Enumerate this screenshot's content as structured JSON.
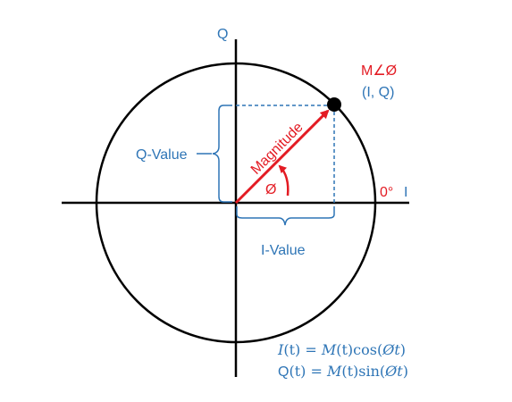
{
  "axes": {
    "q_label": "Q",
    "i_label": "I",
    "zero_angle_label": "0°"
  },
  "point": {
    "polar_label": "M∠Ø",
    "rect_label": "(I, Q)"
  },
  "vector": {
    "magnitude_label": "Magnitude",
    "angle_symbol": "Ø"
  },
  "projections": {
    "q_value_label": "Q-Value",
    "i_value_label": "I-Value"
  },
  "equations": {
    "i_eq": {
      "lhs_fn": "I",
      "lhs_arg": "(t)",
      "eq": " = ",
      "m": "M",
      "m_arg": "(t)",
      "trig": "cos",
      "trig_arg_open": "(",
      "phi": "Ø",
      "t": "t",
      "close": ")"
    },
    "q_eq": {
      "lhs_fn": "Q",
      "lhs_arg": "(t)",
      "eq": " = ",
      "m": "M",
      "m_arg": "(t)",
      "trig": "sin",
      "trig_arg_open": "(",
      "phi": "Ø",
      "t": "t",
      "close": ")"
    }
  },
  "colors": {
    "axis": "#000000",
    "circle": "#000000",
    "vector": "#e31b23",
    "annotation": "#2e75b6",
    "point": "#000000"
  }
}
